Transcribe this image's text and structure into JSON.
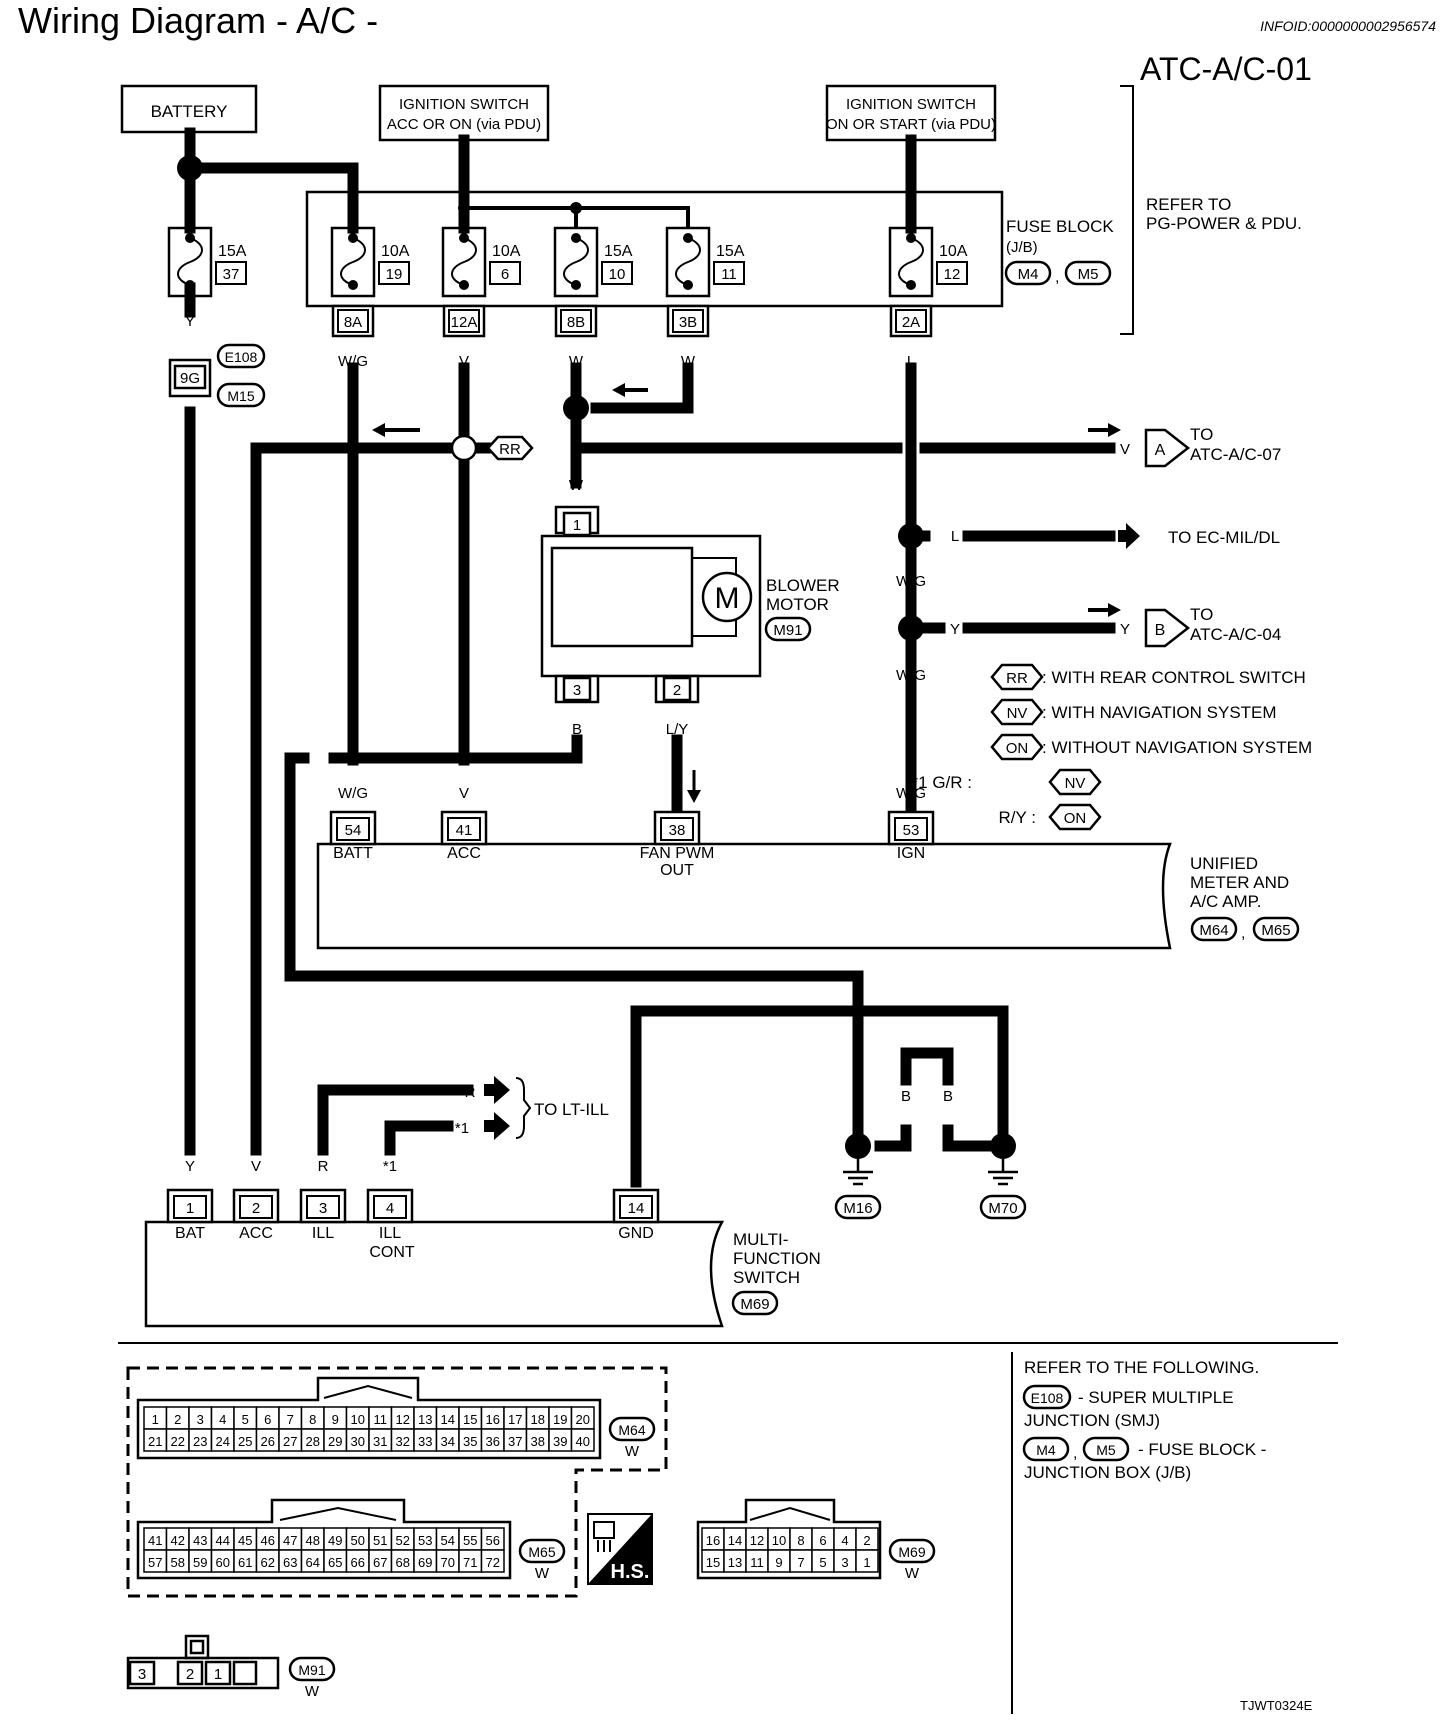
{
  "header": {
    "title": "Wiring Diagram - A/C -",
    "info_id": "INFOID:0000000002956574",
    "diagram_code": "ATC-A/C-01",
    "footer_code": "TJWT0324E"
  },
  "sources": {
    "battery": "BATTERY",
    "ign_acc_line1": "IGNITION SWITCH",
    "ign_acc_line2": "ACC OR ON (via PDU)",
    "ign_on_line1": "IGNITION SWITCH",
    "ign_on_line2": "ON OR START (via PDU)"
  },
  "fuse_block": {
    "label_line1": "FUSE BLOCK",
    "label_line2": "(J/B)",
    "conn_a": "M4",
    "conn_b": "M5",
    "sep": ",",
    "refer_line1": "REFER TO",
    "refer_line2": "PG-POWER & PDU.",
    "fuses": [
      {
        "amp": "15A",
        "num": "37"
      },
      {
        "amp": "10A",
        "num": "19"
      },
      {
        "amp": "10A",
        "num": "6"
      },
      {
        "amp": "15A",
        "num": "10"
      },
      {
        "amp": "15A",
        "num": "11"
      },
      {
        "amp": "10A",
        "num": "12"
      }
    ],
    "terminals": [
      "8A",
      "12A",
      "8B",
      "3B",
      "2A"
    ]
  },
  "wire_colors": {
    "y": "Y",
    "wg": "W/G",
    "v": "V",
    "w": "W",
    "l": "L",
    "b": "B",
    "ly": "L/Y",
    "r": "R",
    "star1": "*1"
  },
  "junctions": {
    "e108": "E108",
    "pin_9g": "9G",
    "m15": "M15",
    "rr": "RR"
  },
  "offpage": {
    "a_letter": "A",
    "a_to": "TO",
    "a_target": "ATC-A/C-07",
    "ec": "TO EC-MIL/DL",
    "b_letter": "B",
    "b_to": "TO",
    "b_target": "ATC-A/C-04",
    "lt_ill": "TO LT-ILL"
  },
  "blower": {
    "label_line1": "BLOWER",
    "label_line2": "MOTOR",
    "conn": "M91",
    "motor_symbol": "M",
    "pins": [
      "1",
      "3",
      "2"
    ]
  },
  "legend": {
    "rr_tag": "RR",
    "rr_text": ": WITH REAR CONTROL SWITCH",
    "nv_tag": "NV",
    "nv_text": ": WITH NAVIGATION SYSTEM",
    "on_tag": "ON",
    "on_text": ": WITHOUT NAVIGATION SYSTEM",
    "star1_label": "*1  G/R :",
    "ry_label": "R/Y :"
  },
  "amp": {
    "pins": [
      {
        "num": "54",
        "label": "BATT"
      },
      {
        "num": "41",
        "label": "ACC"
      },
      {
        "num": "38",
        "label": "FAN PWM"
      },
      {
        "num": "53",
        "label": "IGN"
      }
    ],
    "fan_out": "OUT",
    "name_line1": "UNIFIED",
    "name_line2": "METER AND",
    "name_line3": "A/C AMP.",
    "conn_a": "M64",
    "conn_b": "M65"
  },
  "mfs": {
    "pins": [
      {
        "num": "1",
        "label": "BAT"
      },
      {
        "num": "2",
        "label": "ACC"
      },
      {
        "num": "3",
        "label": "ILL"
      },
      {
        "num": "4",
        "label": "ILL"
      },
      {
        "num": "14",
        "label": "GND"
      }
    ],
    "ill_cont": "CONT",
    "name_line1": "MULTI-",
    "name_line2": "FUNCTION",
    "name_line3": "SWITCH",
    "conn": "M69"
  },
  "grounds": [
    "M16",
    "M70"
  ],
  "refer": {
    "title": "REFER TO THE FOLLOWING.",
    "e108_tag": "E108",
    "e108_text_1": "- SUPER MULTIPLE",
    "e108_text_2": "JUNCTION (SMJ)",
    "m4_tag": "M4",
    "m5_tag": "M5",
    "fb_text_1": "- FUSE BLOCK -",
    "fb_text_2": "JUNCTION BOX (J/B)"
  },
  "connectors": {
    "m64": {
      "tag": "M64",
      "color": "W",
      "row1": [
        "1",
        "2",
        "3",
        "4",
        "5",
        "6",
        "7",
        "8",
        "9",
        "10",
        "11",
        "12",
        "13",
        "14",
        "15",
        "16",
        "17",
        "18",
        "19",
        "20"
      ],
      "row2": [
        "21",
        "22",
        "23",
        "24",
        "25",
        "26",
        "27",
        "28",
        "29",
        "30",
        "31",
        "32",
        "33",
        "34",
        "35",
        "36",
        "37",
        "38",
        "39",
        "40"
      ]
    },
    "m65": {
      "tag": "M65",
      "color": "W",
      "row1": [
        "41",
        "42",
        "43",
        "44",
        "45",
        "46",
        "47",
        "48",
        "49",
        "50",
        "51",
        "52",
        "53",
        "54",
        "55",
        "56"
      ],
      "row2": [
        "57",
        "58",
        "59",
        "60",
        "61",
        "62",
        "63",
        "64",
        "65",
        "66",
        "67",
        "68",
        "69",
        "70",
        "71",
        "72"
      ]
    },
    "m69": {
      "tag": "M69",
      "color": "W",
      "row1": [
        "16",
        "14",
        "12",
        "10",
        "8",
        "6",
        "4",
        "2"
      ],
      "row2": [
        "15",
        "13",
        "11",
        "9",
        "7",
        "5",
        "3",
        "1"
      ]
    },
    "m91": {
      "tag": "M91",
      "color": "W",
      "pins": [
        "3",
        "2",
        "1"
      ]
    },
    "hs_label": "H.S."
  }
}
